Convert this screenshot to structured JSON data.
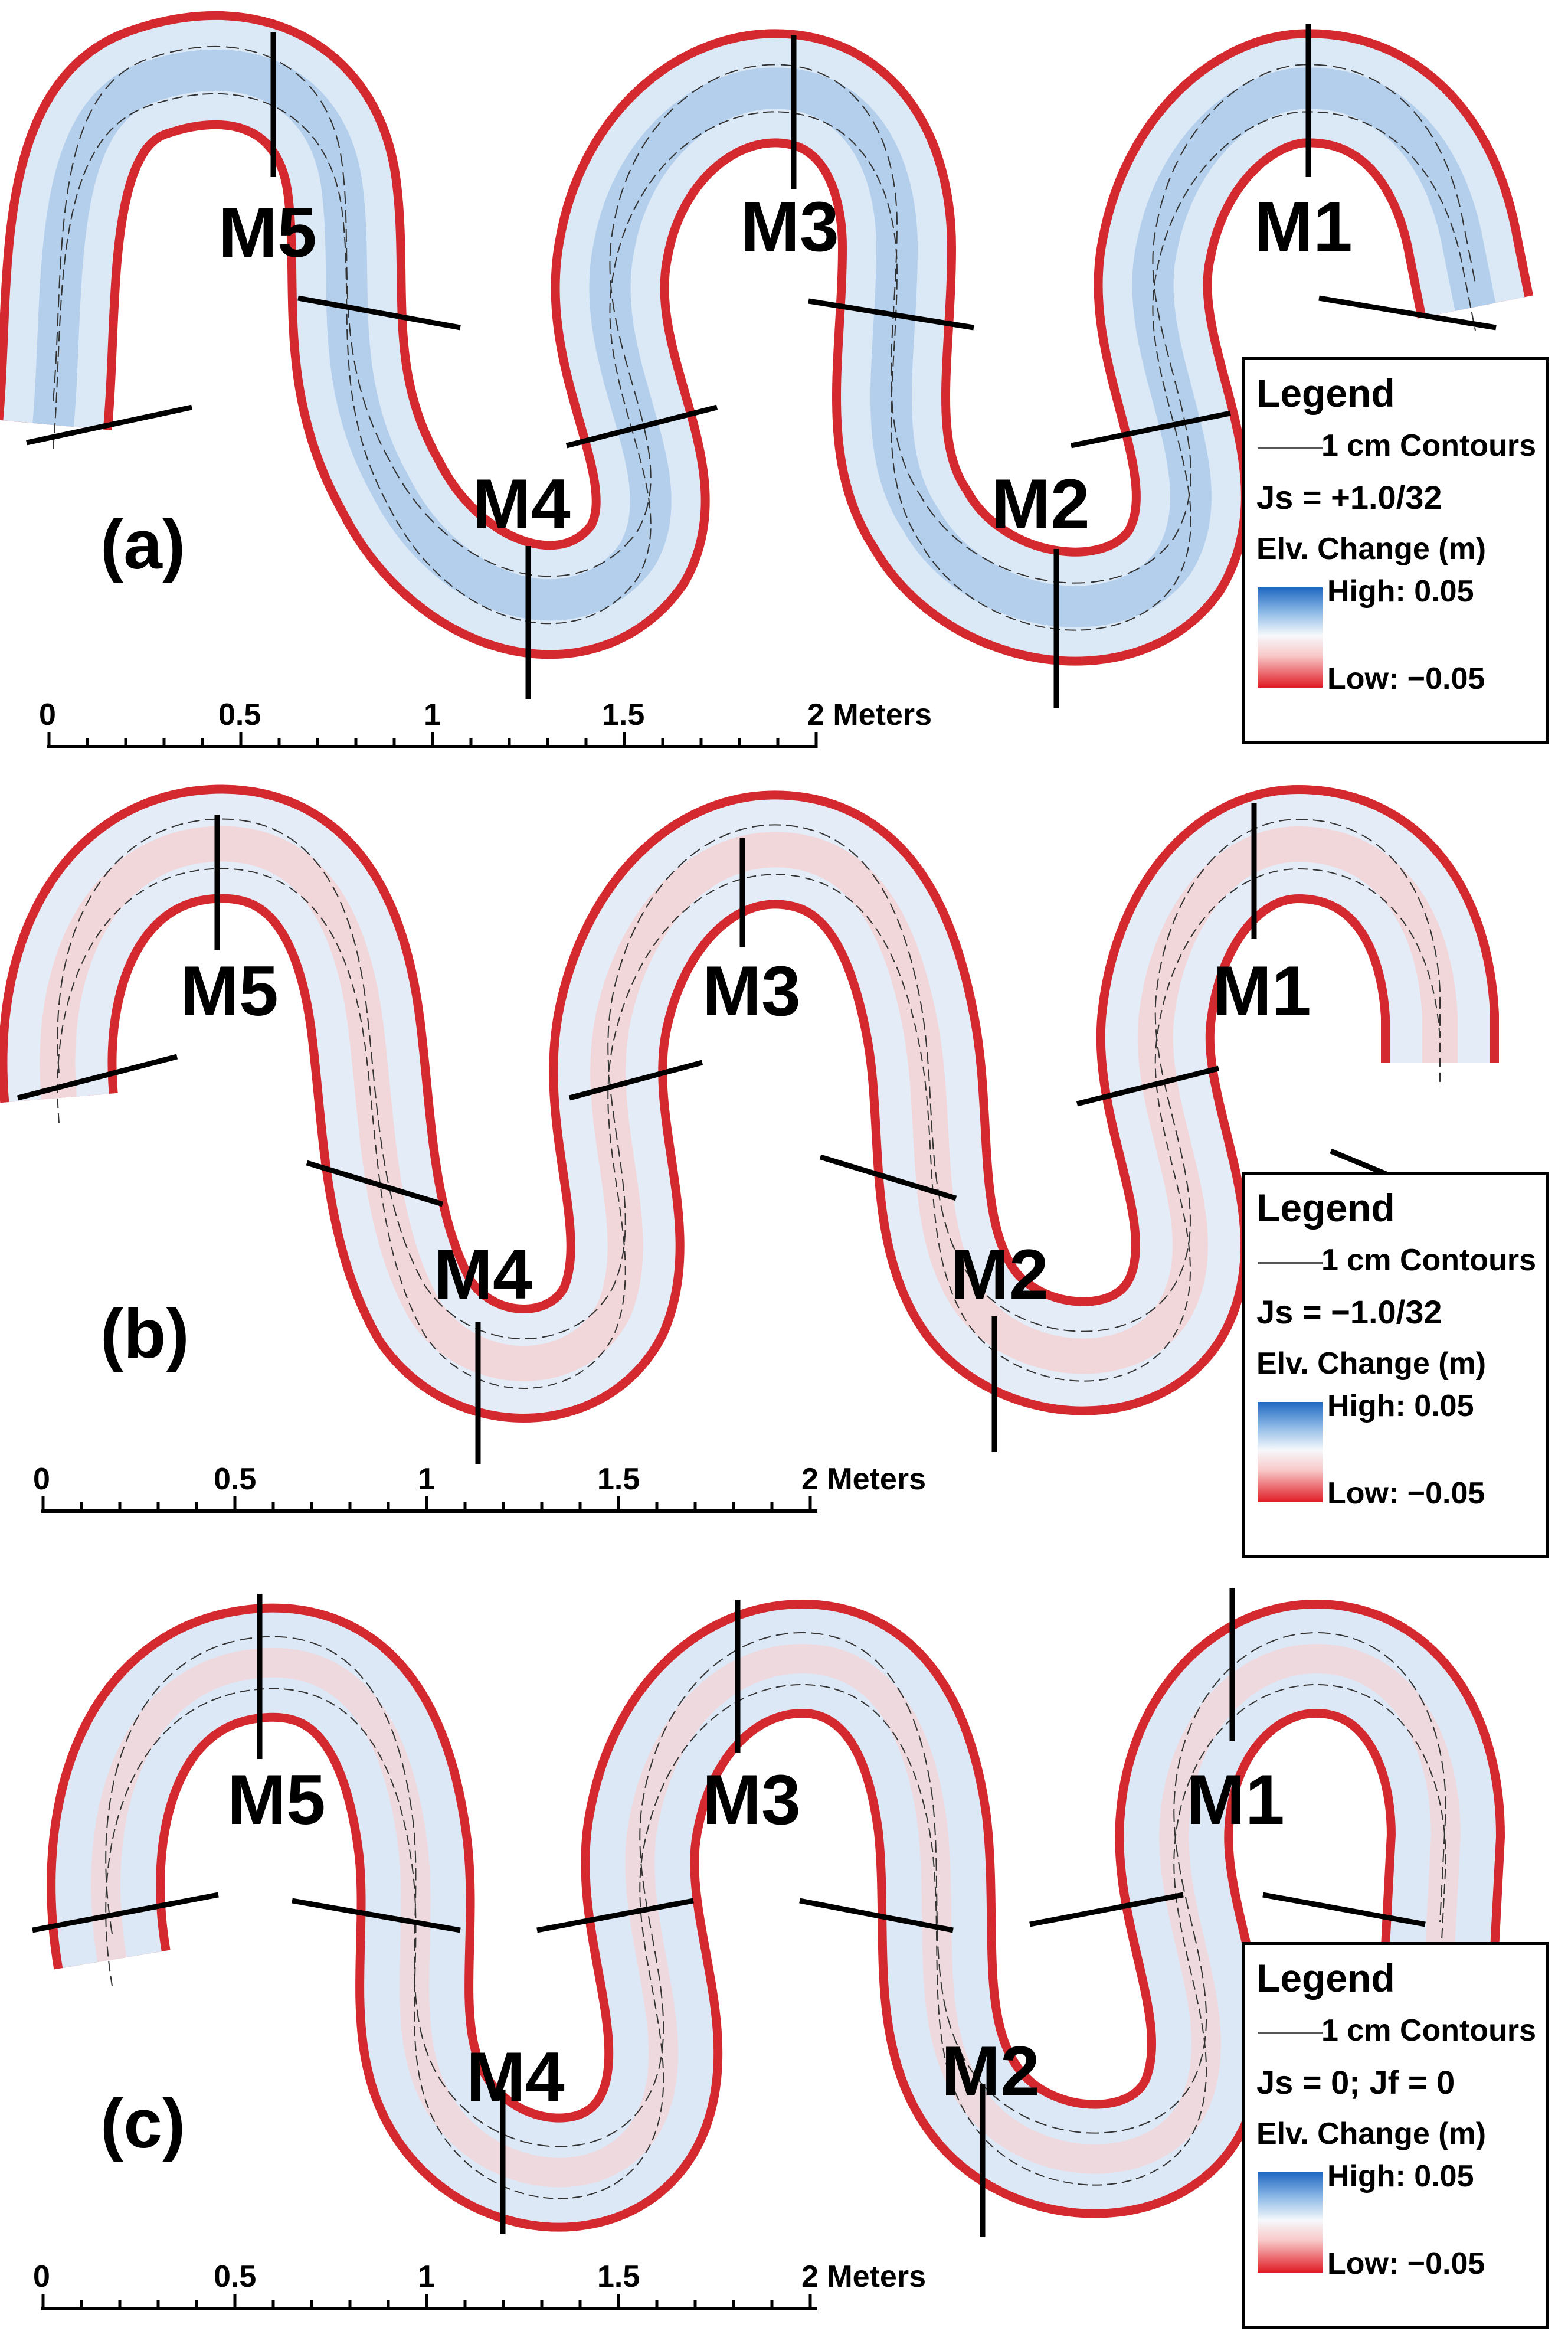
{
  "panels": [
    {
      "label": "(a)",
      "legend": {
        "title": "Legend",
        "contour_label": "1 cm Contours",
        "parameter": "Js = +1.0/32",
        "elevation_label": "Elv. Change (m)",
        "high": "High: 0.05",
        "low": "Low: −0.05"
      },
      "meanders": [
        "M5",
        "M4",
        "M3",
        "M2",
        "M1"
      ],
      "scale": {
        "ticks": [
          "0",
          "0.5",
          "1",
          "1.5",
          "2 Meters"
        ]
      }
    },
    {
      "label": "(b)",
      "legend": {
        "title": "Legend",
        "contour_label": "1 cm Contours",
        "parameter": "Js = −1.0/32",
        "elevation_label": "Elv. Change (m)",
        "high": "High: 0.05",
        "low": "Low: −0.05"
      },
      "meanders": [
        "M5",
        "M4",
        "M3",
        "M2",
        "M1"
      ],
      "scale": {
        "ticks": [
          "0",
          "0.5",
          "1",
          "1.5",
          "2 Meters"
        ]
      }
    },
    {
      "label": "(c)",
      "legend": {
        "title": "Legend",
        "contour_label": "1 cm Contours",
        "parameter": "Js = 0; Jf = 0",
        "elevation_label": "Elv. Change (m)",
        "high": "High: 0.05",
        "low": "Low: −0.05"
      },
      "meanders": [
        "M5",
        "M4",
        "M3",
        "M2",
        "M1"
      ],
      "scale": {
        "ticks": [
          "0",
          "0.5",
          "1",
          "1.5",
          "2 Meters"
        ]
      }
    }
  ],
  "colors": {
    "high": "#1e68c2",
    "mid": "#f6f8fb",
    "low": "#e01b24"
  }
}
